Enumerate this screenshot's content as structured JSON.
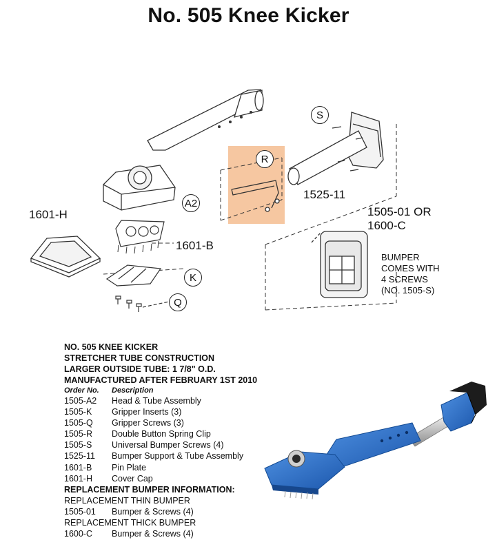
{
  "title": "No. 505 Knee Kicker",
  "diagram": {
    "labels": {
      "a2": "A2",
      "p1601h": "1601-H",
      "p1601b": "1601-B",
      "k": "K",
      "q": "Q",
      "r": "R",
      "s": "S",
      "p1525_11": "1525-11",
      "p1505_01_or": "1505-01 OR",
      "p1600c": "1600-C"
    },
    "bumper_note": [
      "BUMPER",
      "COMES WITH",
      "4 SCREWS",
      "(NO. 1505-S)"
    ],
    "highlight_color": "#f6c7a1"
  },
  "parts_list": {
    "header_lines": [
      "NO. 505 KNEE KICKER",
      "STRETCHER TUBE CONSTRUCTION",
      "LARGER OUTSIDE TUBE: 1 7/8\" O.D.",
      "MANUFACTURED AFTER FEBRUARY 1ST 2010"
    ],
    "columns": [
      "Order No.",
      "Description"
    ],
    "rows": [
      [
        "1505-A2",
        "Head & Tube Assembly"
      ],
      [
        "1505-K",
        "Gripper Inserts (3)"
      ],
      [
        "1505-Q",
        "Gripper Screws (3)"
      ],
      [
        "1505-R",
        "Double Button Spring Clip"
      ],
      [
        "1505-S",
        "Universal Bumper Screws (4)"
      ],
      [
        "1525-11",
        "Bumper Support & Tube Assembly"
      ],
      [
        "1601-B",
        "Pin Plate"
      ],
      [
        "1601-H",
        "Cover Cap"
      ]
    ],
    "replacement_heading": "REPLACEMENT BUMPER INFORMATION:",
    "thin_heading": "REPLACEMENT THIN BUMPER",
    "thin_row": [
      "1505-01",
      "Bumper & Screws (4)"
    ],
    "thick_heading": "REPLACEMENT THICK BUMPER",
    "thick_row": [
      "1600-C",
      "Bumper & Screws (4)"
    ]
  },
  "colors": {
    "product_blue": "#2a6fc9",
    "bumper_black": "#1c1c1c"
  }
}
